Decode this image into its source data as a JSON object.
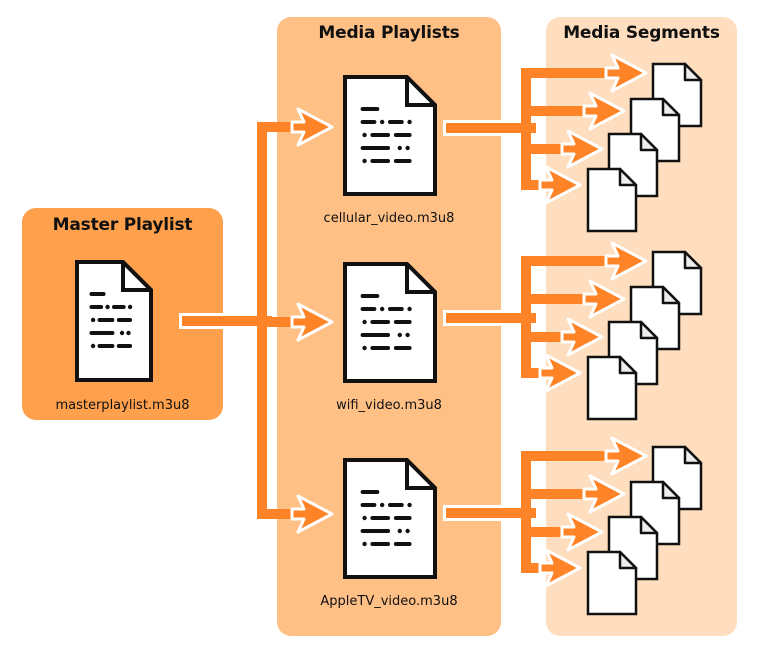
{
  "diagram": {
    "title": "HLS playlist hierarchy",
    "colors": {
      "master_panel": "#FFA14C",
      "playlists_panel": "#FFC086",
      "segments_panel": "#FFDDBF",
      "arrow": "#FF8427",
      "arrow_outline": "#FFFFFF",
      "document_fill": "#FFFFFF",
      "document_stroke": "#111111"
    },
    "master": {
      "title": "Master Playlist",
      "file": "masterplaylist.m3u8",
      "icon": "document-icon"
    },
    "media_playlists": {
      "title": "Media Playlists",
      "items": [
        {
          "file": "cellular_video.m3u8",
          "icon": "document-icon"
        },
        {
          "file": "wifi_video.m3u8",
          "icon": "document-icon"
        },
        {
          "file": "AppleTV_video.m3u8",
          "icon": "document-icon"
        }
      ]
    },
    "media_segments": {
      "title": "Media Segments",
      "groups": [
        {
          "playlist": "cellular_video.m3u8",
          "segment_count": 4,
          "icon": "segment-file-icon"
        },
        {
          "playlist": "wifi_video.m3u8",
          "segment_count": 4,
          "icon": "segment-file-icon"
        },
        {
          "playlist": "AppleTV_video.m3u8",
          "segment_count": 4,
          "icon": "segment-file-icon"
        }
      ]
    },
    "connections": [
      {
        "from": "masterplaylist.m3u8",
        "to": "cellular_video.m3u8"
      },
      {
        "from": "masterplaylist.m3u8",
        "to": "wifi_video.m3u8"
      },
      {
        "from": "masterplaylist.m3u8",
        "to": "AppleTV_video.m3u8"
      },
      {
        "from": "cellular_video.m3u8",
        "to": "segments-1"
      },
      {
        "from": "wifi_video.m3u8",
        "to": "segments-2"
      },
      {
        "from": "AppleTV_video.m3u8",
        "to": "segments-3"
      }
    ]
  }
}
